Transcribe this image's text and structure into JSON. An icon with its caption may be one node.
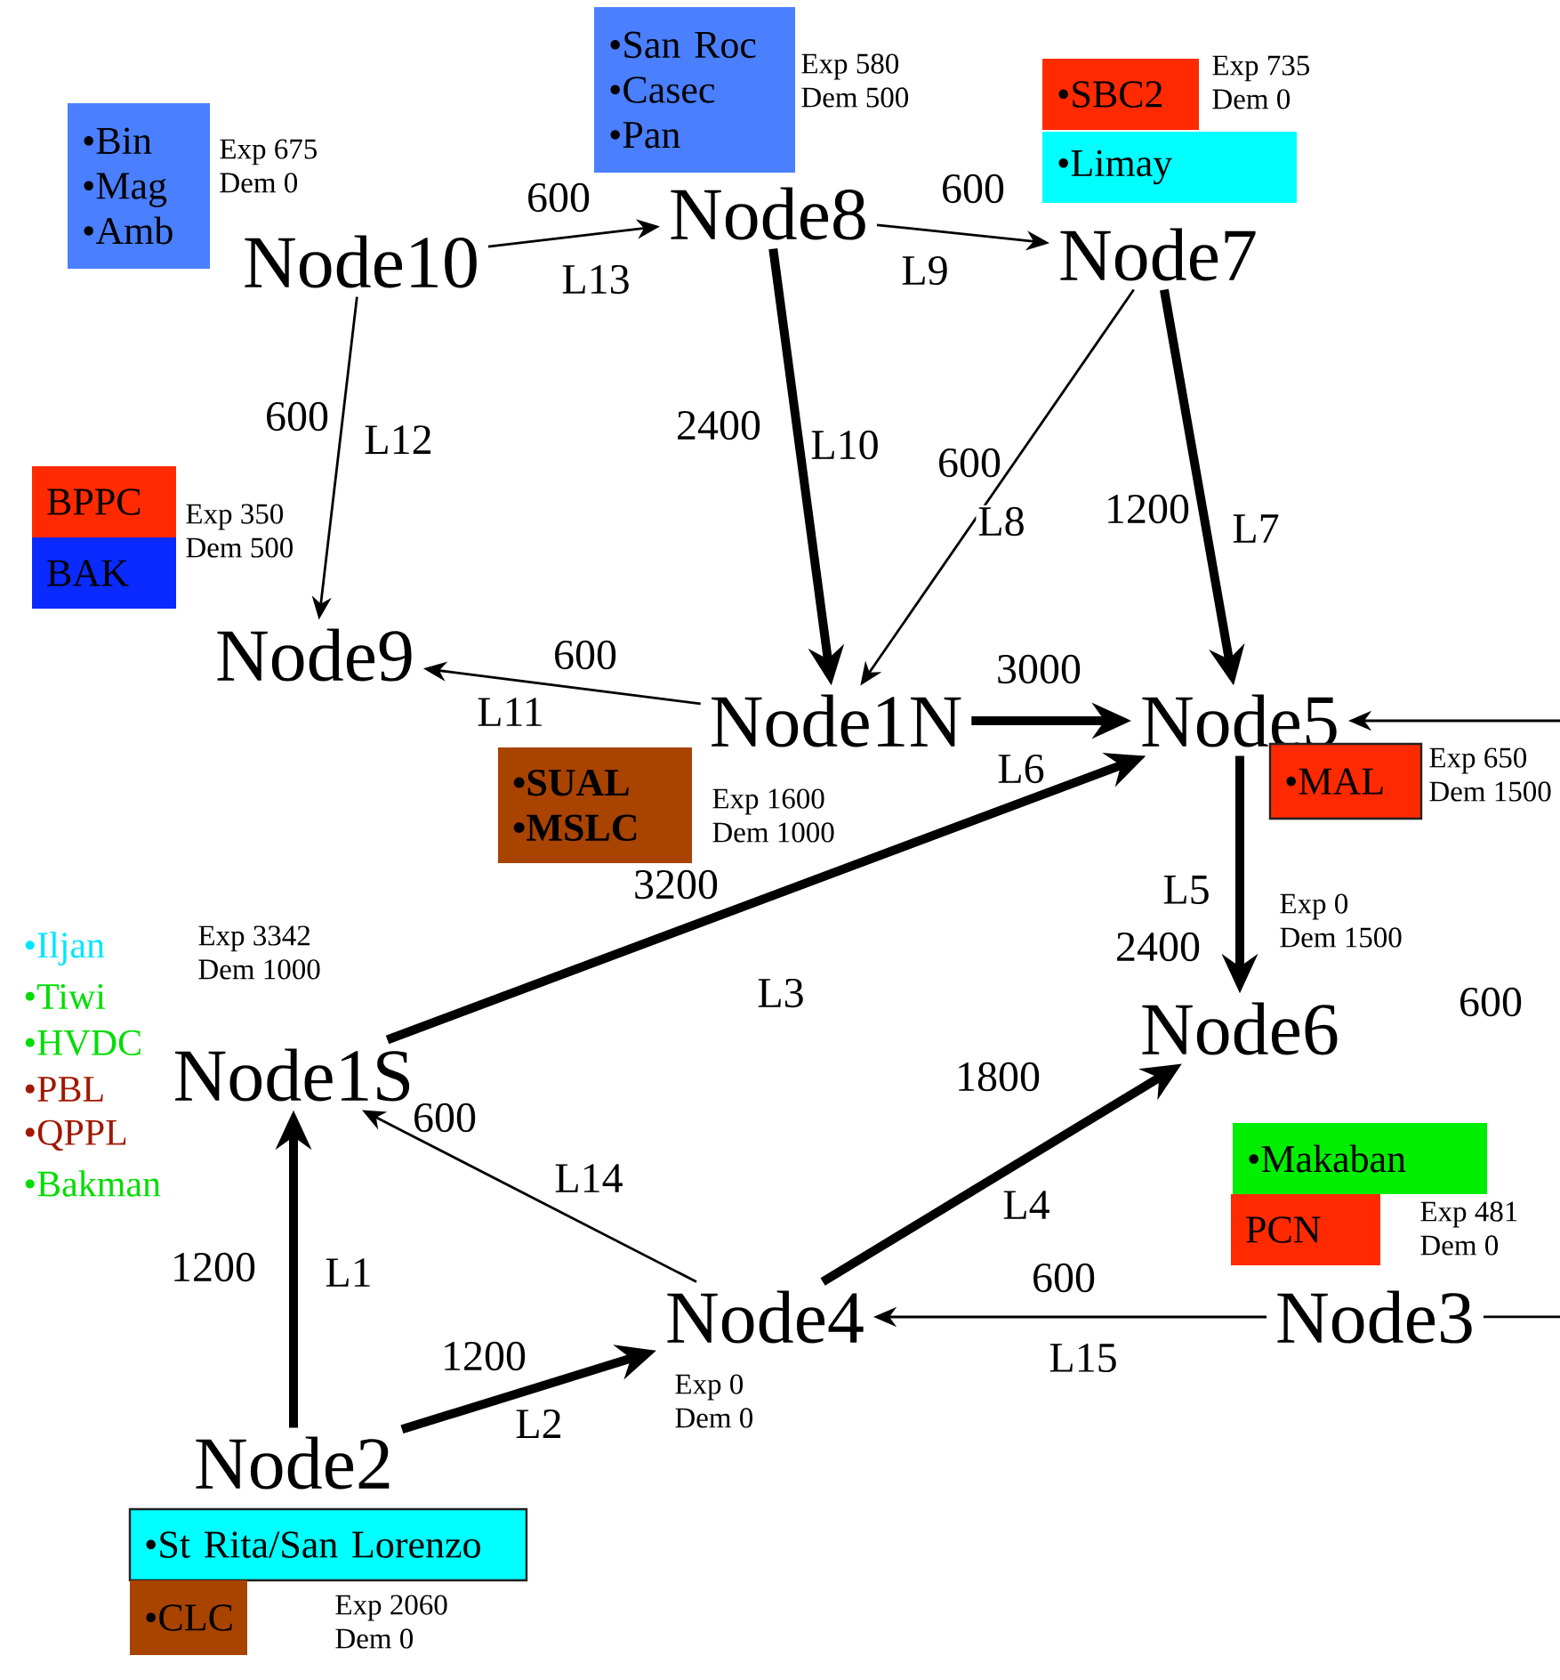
{
  "diagram": {
    "nodes": [
      {
        "text": [
          "Node10"
        ],
        "beside": [
          "Exp 675",
          "Dem 0"
        ]
      },
      {
        "text": [
          "•Bin",
          "•Mag",
          "•Amb"
        ]
      },
      {
        "text": [
          "Node8"
        ],
        "beside": [
          "Exp 580",
          "Dem 500"
        ]
      },
      {
        "text": [
          "•San Roc",
          "•Casec",
          "•Pan"
        ]
      },
      {
        "text": [
          "Node7"
        ],
        "beside": [
          "Exp 735",
          "Dem 0"
        ]
      },
      {
        "text": [
          "•SBC2"
        ]
      },
      {
        "text": [
          "•Limay"
        ]
      },
      {
        "text": [
          "Node9"
        ],
        "beside": [
          "Exp 350",
          "Dem 500"
        ]
      },
      {
        "text": [
          "BPPC"
        ]
      },
      {
        "text": [
          "BAK"
        ]
      },
      {
        "text": [
          "Node1N"
        ],
        "beside": [
          "Exp 1600",
          "Dem 1000"
        ]
      },
      {
        "text": [
          "•SUAL",
          "•MSLC"
        ]
      },
      {
        "text": [
          "Node5"
        ],
        "beside": [
          "Exp 650",
          "Dem 1500"
        ]
      },
      {
        "text": [
          "•MAL"
        ]
      },
      {
        "text": [
          "Node1S"
        ],
        "beside": [
          "Exp 3342",
          "Dem 1000"
        ]
      },
      {
        "text": [
          "Node6"
        ],
        "beside": [
          "Exp 0",
          "Dem 1500"
        ]
      },
      {
        "text": [
          "•Makaban"
        ]
      },
      {
        "text": [
          "PCN"
        ]
      },
      {
        "text": [
          "Node4"
        ],
        "beside": [
          "Exp 0",
          "Dem 0"
        ]
      },
      {
        "text": [
          "Node3"
        ],
        "beside": [
          "Exp 481",
          "Dem 0"
        ]
      },
      {
        "text": [
          "Node2"
        ],
        "beside": [
          "Exp 2060",
          "Dem 0"
        ]
      },
      {
        "text": [
          "•St Rita/San Lorenzo"
        ]
      },
      {
        "text": [
          "•CLC"
        ]
      }
    ],
    "edges": [
      {
        "from": 20,
        "to": 14,
        "arrow": "to",
        "label": "L1",
        "style": "thick"
      },
      {
        "from": 20,
        "to": 18,
        "arrow": "to",
        "label": "L2",
        "style": "thick"
      },
      {
        "from": 14,
        "to": 12,
        "arrow": "to",
        "label": "L3",
        "style": "thick"
      },
      {
        "from": 18,
        "to": 15,
        "arrow": "to",
        "label": "L4",
        "style": "thick"
      },
      {
        "from": 12,
        "to": 15,
        "arrow": "to",
        "label": "L5",
        "style": "thick"
      },
      {
        "from": 10,
        "to": 12,
        "arrow": "to",
        "label": "L6",
        "style": "thick"
      },
      {
        "from": 4,
        "to": 12,
        "arrow": "to",
        "label": "L7",
        "style": "thick"
      },
      {
        "from": 4,
        "to": 10,
        "arrow": "to",
        "label": "L8"
      },
      {
        "from": 2,
        "to": 4,
        "arrow": "to",
        "label": "L9"
      },
      {
        "from": 2,
        "to": 10,
        "arrow": "to",
        "label": "L10",
        "style": "thick"
      },
      {
        "from": 10,
        "to": 7,
        "arrow": "to",
        "label": "L11"
      },
      {
        "from": 0,
        "to": 7,
        "arrow": "to",
        "label": "L12"
      },
      {
        "from": 0,
        "to": 2,
        "arrow": "to",
        "label": "L13"
      },
      {
        "from": 18,
        "to": 14,
        "arrow": "to",
        "label": "L14"
      },
      {
        "from": 19,
        "to": 18,
        "arrow": "to",
        "label": "L15"
      },
      {
        "from": null,
        "to": 12,
        "arrow": "to"
      },
      {
        "from": 19,
        "to": null,
        "arrow": "none"
      }
    ],
    "labels": [
      "600",
      "600",
      "600",
      "2400",
      "600",
      "1200",
      "600",
      "3000",
      "•Iljan",
      "3200",
      "2400",
      "•Tiwi",
      "•HVDC",
      "600",
      "•PBL",
      "•QPPL",
      "•Bakman",
      "1800",
      "600",
      "1200",
      "1200",
      "600"
    ]
  }
}
